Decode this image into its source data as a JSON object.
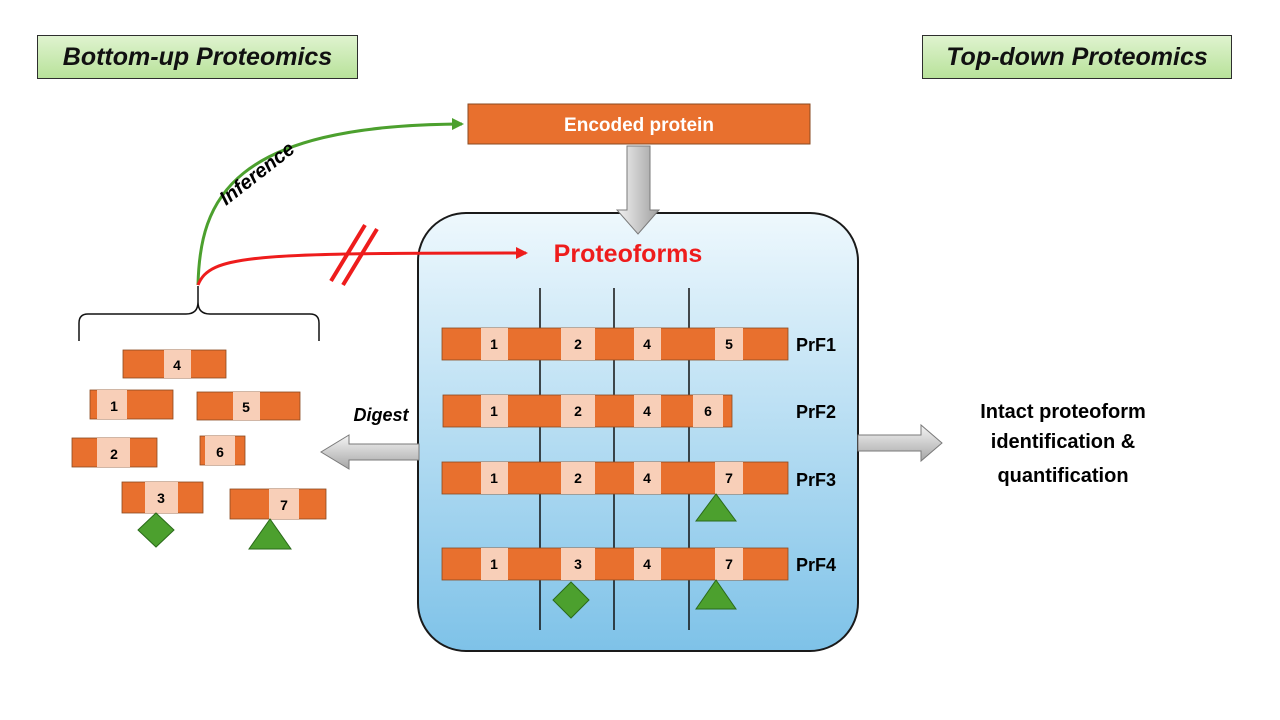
{
  "titles": {
    "bottom_up": "Bottom-up Proteomics",
    "top_down": "Top-down Proteomics"
  },
  "encoded_protein": "Encoded protein",
  "proteoforms_label": "Proteoforms",
  "inference_label": "Inference",
  "digest_label": "Digest",
  "intact_text": [
    "Intact proteoform",
    "identification &",
    "quantification"
  ],
  "proteoform_rows": [
    {
      "name": "PrF1",
      "segments": [
        "1",
        "2",
        "4",
        "5"
      ],
      "marks": []
    },
    {
      "name": "PrF2",
      "segments": [
        "1",
        "2",
        "4",
        "6"
      ],
      "marks": []
    },
    {
      "name": "PrF3",
      "segments": [
        "1",
        "2",
        "4",
        "7"
      ],
      "marks": [
        "triangle"
      ]
    },
    {
      "name": "PrF4",
      "segments": [
        "1",
        "3",
        "4",
        "7"
      ],
      "marks": [
        "diamond",
        "triangle"
      ]
    }
  ],
  "peptides": [
    "4",
    "1",
    "5",
    "2",
    "6",
    "3",
    "7"
  ],
  "colors": {
    "orange": "#e8702e",
    "segment": "#f8cfb8",
    "green": "#4ca02e",
    "red": "#ee1c1c",
    "title_green": "#c6ebab",
    "container": "#8ccbec"
  }
}
